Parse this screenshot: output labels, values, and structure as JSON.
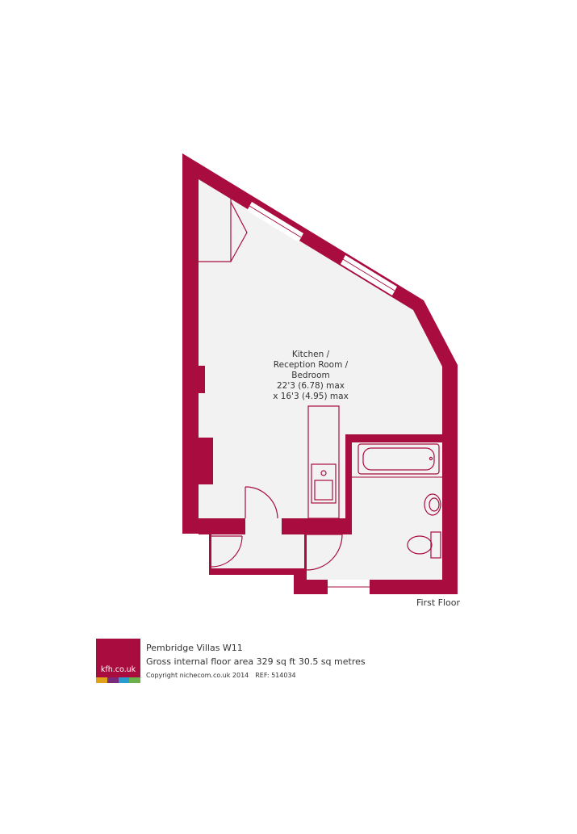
{
  "room": {
    "line1": "Kitchen /",
    "line2": "Reception Room /",
    "line3": "Bedroom",
    "line4": "22'3 (6.78) max",
    "line5": "x 16'3 (4.95) max"
  },
  "floor_label": "First Floor",
  "footer": {
    "logo_text": "kfh.co.uk",
    "address": "Pembridge Villas W11",
    "area": "Gross internal floor area 329 sq ft 30.5 sq metres",
    "copyright": "Copyright nichecom.co.uk 2014",
    "ref": "REF: 514034"
  },
  "colors": {
    "wall": "#a90c3f",
    "floor": "#f2f2f2",
    "fixture_line": "#a90c3f",
    "logo_strip": [
      "#e0a21b",
      "#7a2a7a",
      "#2a9bd0",
      "#6ab04c"
    ]
  }
}
